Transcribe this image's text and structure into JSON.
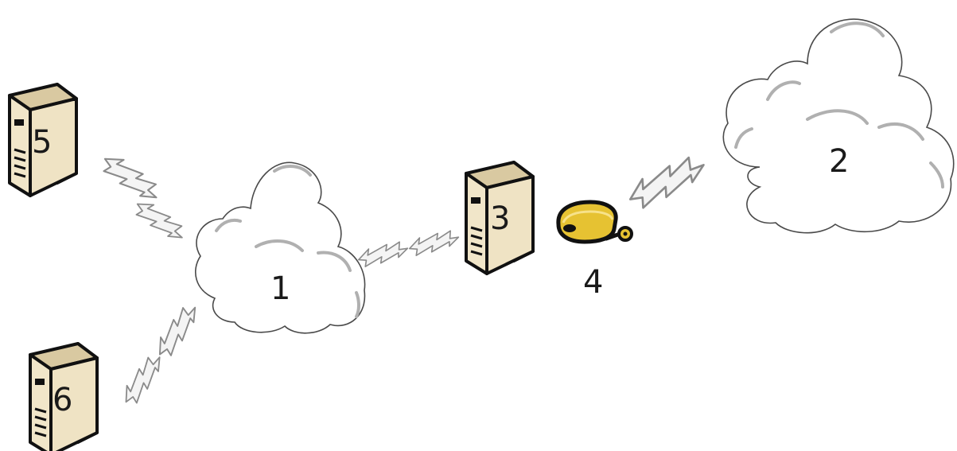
{
  "diagram": {
    "clouds": [
      {
        "id": "cloud-1",
        "label": "1"
      },
      {
        "id": "cloud-2",
        "label": "2"
      }
    ],
    "servers": [
      {
        "id": "server-3",
        "label": "3"
      },
      {
        "id": "server-5",
        "label": "5"
      },
      {
        "id": "server-6",
        "label": "6"
      }
    ],
    "lock": {
      "label": "4"
    }
  },
  "colors": {
    "server_body": "#efe3c4",
    "server_shade": "#c9b58a",
    "server_outline": "#111111",
    "lock_body": "#e6c232",
    "cloud_outline": "#4a4a4a",
    "link_fill": "#f4f4f4",
    "link_outline": "#8a8a8a"
  }
}
